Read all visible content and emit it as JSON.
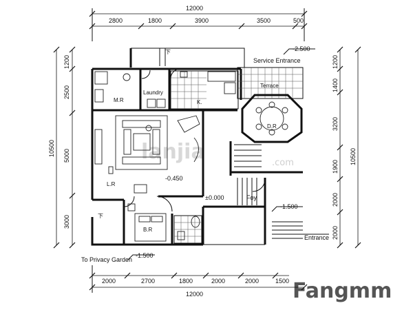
{
  "dimensions": {
    "top_total": "12000",
    "top": [
      "2800",
      "1800",
      "3900",
      "3500",
      "500"
    ],
    "bottom_total": "12000",
    "bottom": [
      "2000",
      "2700",
      "1800",
      "2000",
      "2000",
      "1500"
    ],
    "left_total": "10500",
    "left": [
      "1200",
      "2500",
      "5000",
      "3000"
    ],
    "right_total": "10500",
    "right": [
      "1200",
      "1400",
      "3200",
      "1900",
      "2000",
      "2000"
    ]
  },
  "rooms": {
    "laundry": "Laundry",
    "maid_room": "M.R",
    "kitchen": "K.",
    "terrace": "Terrace",
    "dining": "D.R",
    "living": "L.R",
    "bedroom": "B.R"
  },
  "labels": {
    "service_entrance": "Service Entrance",
    "service_level": "-2.500",
    "level_living": "-0.450",
    "level_foyer": "±0.000",
    "foyer": "Foy",
    "level_entrance": "-1.500",
    "entrance": "Entrance",
    "privacy_garden": "To Privacy Garden",
    "garden_level": "-1.500",
    "stair_down_1": "下",
    "stair_down_2": "下"
  },
  "watermark": {
    "brand": "Fangmm",
    "site": ".com",
    "lettering": "lanjia"
  }
}
